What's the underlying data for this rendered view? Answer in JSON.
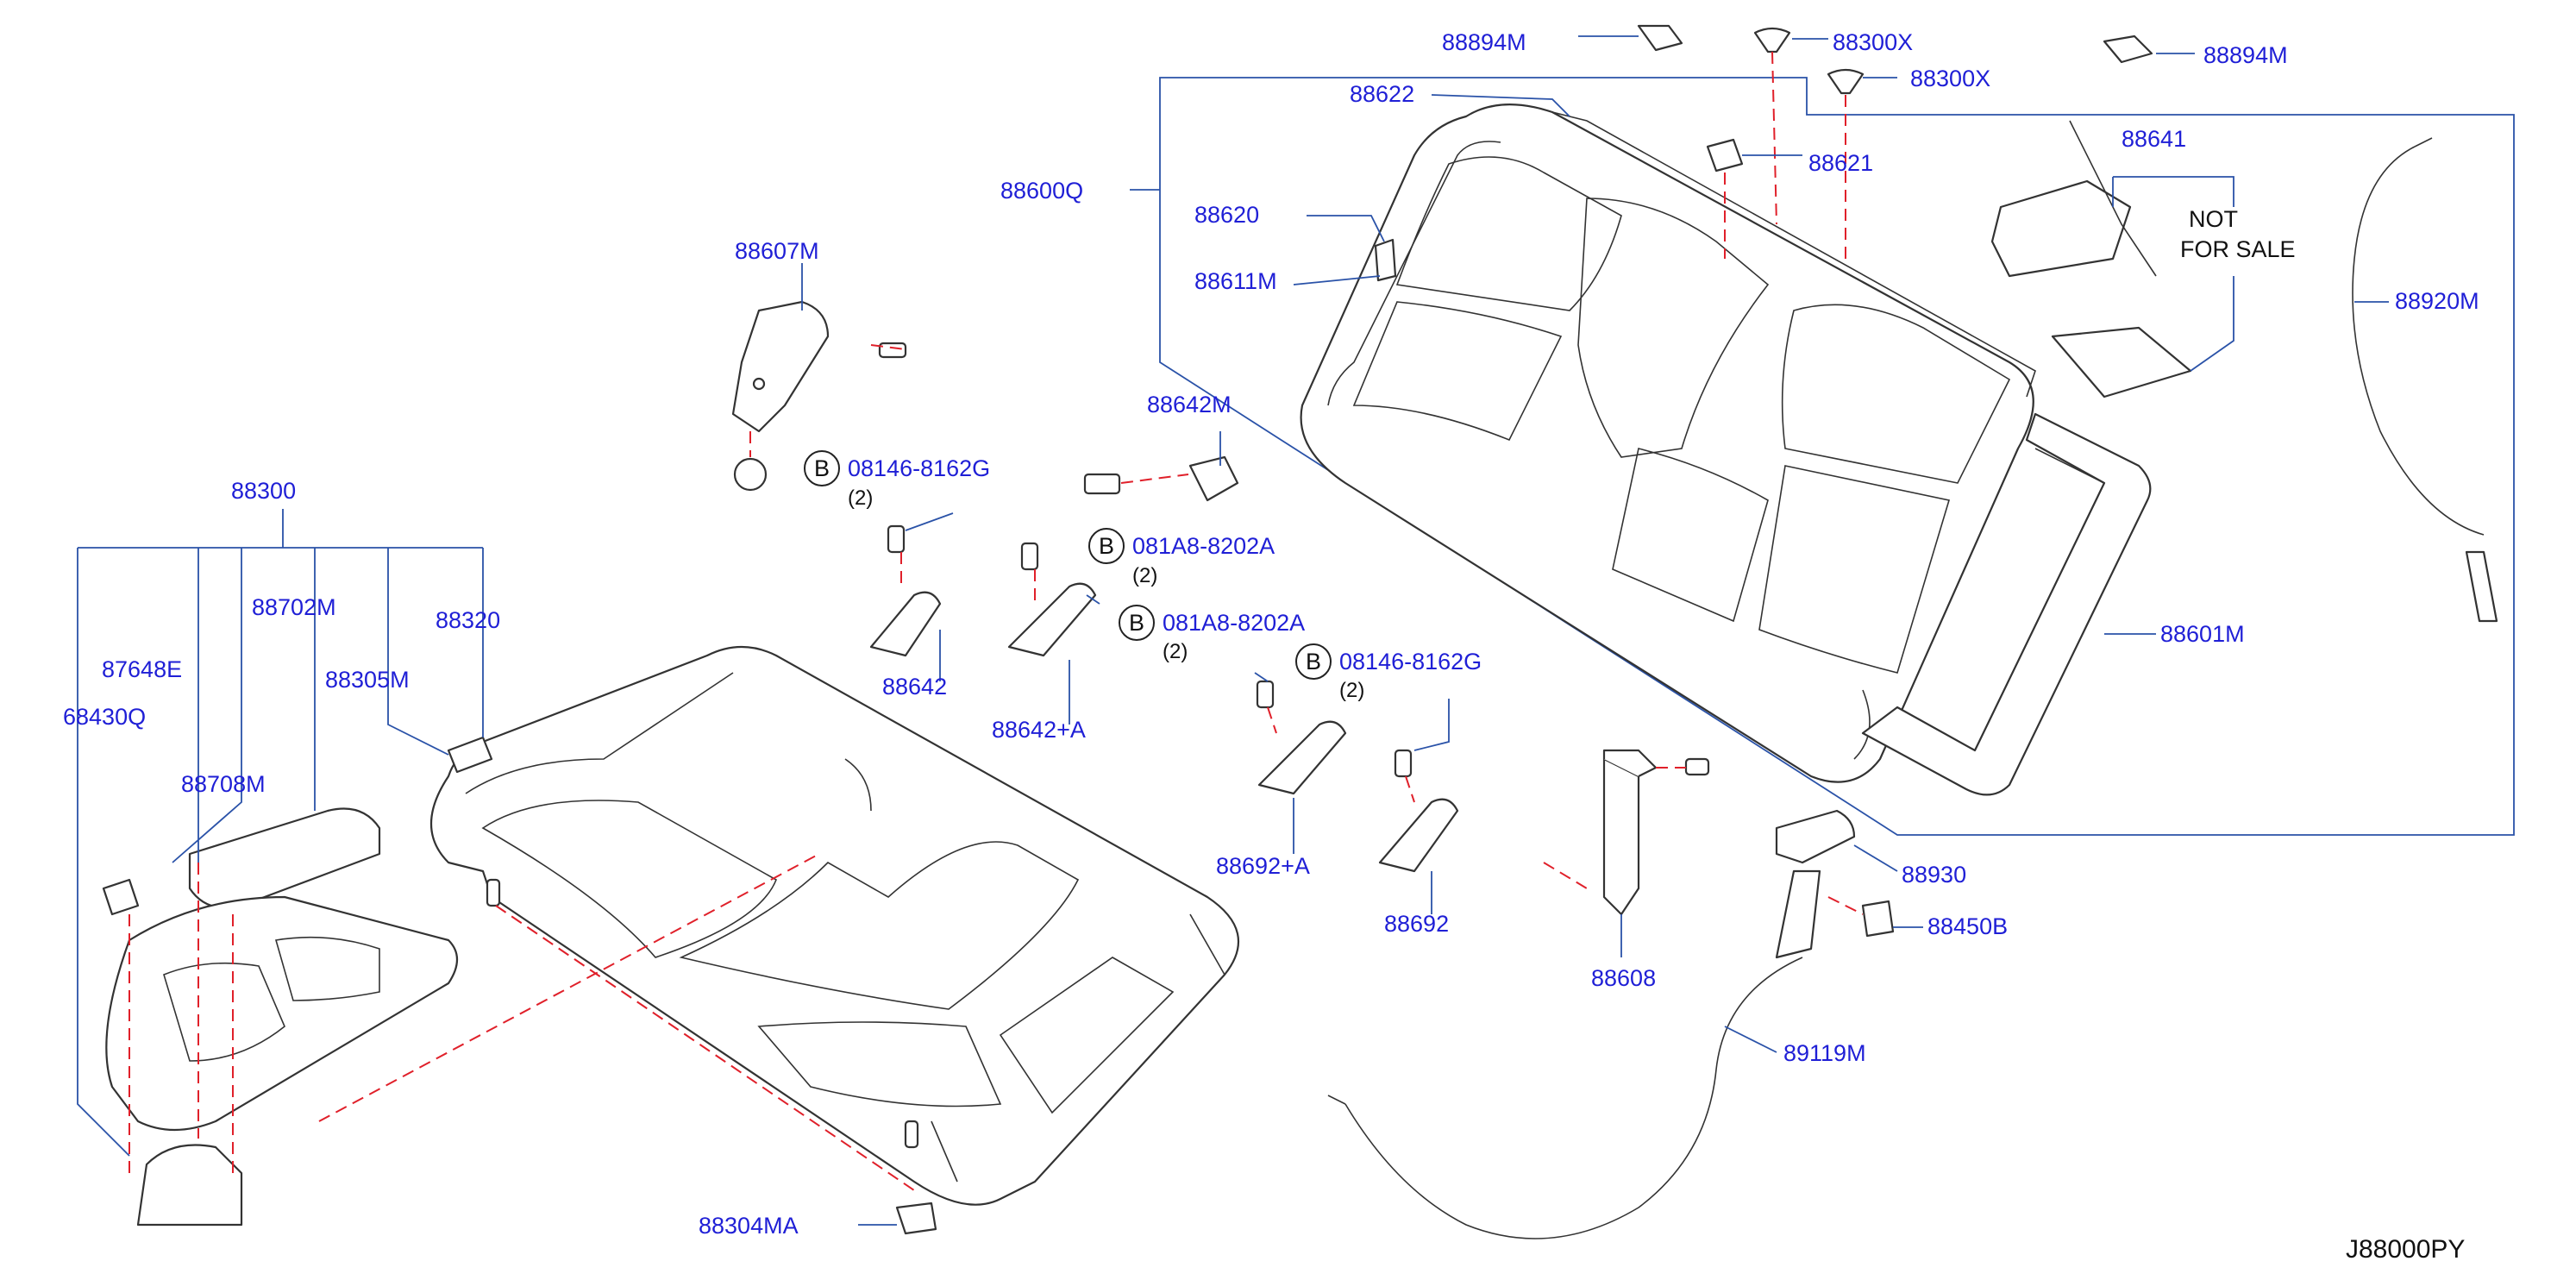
{
  "colors": {
    "label": "#1f1fd6",
    "leader": "#2a52a8",
    "dashed_guide": "#e0202a",
    "part_outline": "#333333",
    "background": "#ffffff"
  },
  "labels": {
    "p88894M_left": "88894M",
    "p88300X_a": "88300X",
    "p88300X_b": "88300X",
    "p88894M_right": "88894M",
    "p88622": "88622",
    "p88600Q": "88600Q",
    "p88621": "88621",
    "p88641": "88641",
    "p88620": "88620",
    "p88611M": "88611M",
    "p88607M": "88607M",
    "p88920M": "88920M",
    "p88642M": "88642M",
    "b_08146_a": "08146-8162G",
    "b_08146_a_qty": "(2)",
    "b_081A8_a": "081A8-8202A",
    "b_081A8_a_qty": "(2)",
    "b_081A8_b": "081A8-8202A",
    "b_081A8_b_qty": "(2)",
    "b_08146_b": "08146-8162G",
    "b_08146_b_qty": "(2)",
    "bolt_symbol": "B",
    "p88300": "88300",
    "p88702M": "88702M",
    "p88320": "88320",
    "p87648E": "87648E",
    "p88305M": "88305M",
    "p68430Q": "68430Q",
    "p88708M": "88708M",
    "p88642": "88642",
    "p88642A": "88642+A",
    "p88601M": "88601M",
    "p88692A": "88692+A",
    "p88692": "88692",
    "p88930": "88930",
    "p88450B": "88450B",
    "p88608": "88608",
    "p89119M": "89119M",
    "p88304MA": "88304MA",
    "not_for_sale_line1": "NOT",
    "not_for_sale_line2": "FOR   SALE",
    "diagram_code": "J88000PY"
  }
}
